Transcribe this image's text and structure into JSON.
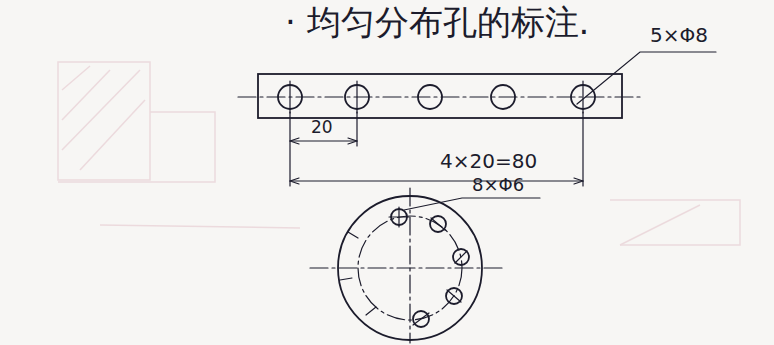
{
  "diagram": {
    "title": "· 均匀分布孔的标注.",
    "labels": [
      "5×Φ8",
      "20",
      "4×20=80",
      "8×Φ6"
    ]
  }
}
